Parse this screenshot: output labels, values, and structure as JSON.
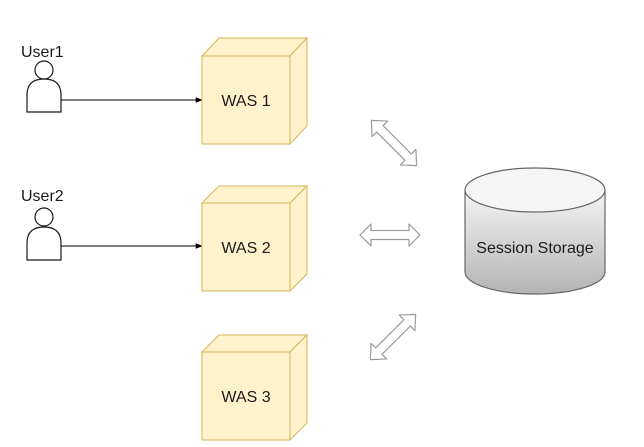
{
  "diagram": {
    "users": [
      {
        "label": "User1",
        "connects_to": "WAS 1"
      },
      {
        "label": "User2",
        "connects_to": "WAS 2"
      }
    ],
    "servers": [
      {
        "label": "WAS 1"
      },
      {
        "label": "WAS 2"
      },
      {
        "label": "WAS 3"
      }
    ],
    "storage": {
      "label": "Session Storage"
    },
    "colors": {
      "server_fill": "#fff2cc",
      "server_stroke": "#d6b656",
      "storage_fill_top": "#f5f5f5",
      "storage_fill_bottom": "#b3b3b3",
      "storage_stroke": "#666666",
      "user_fill": "#ffffff",
      "user_stroke": "#1a1a1a",
      "arrow_fill": "#ffffff",
      "arrow_stroke": "#9a9a9a",
      "connector": "#000000"
    },
    "icons": {
      "user": "actor-icon",
      "server": "cube-icon",
      "storage": "cylinder-icon",
      "link": "double-arrow-icon"
    }
  }
}
